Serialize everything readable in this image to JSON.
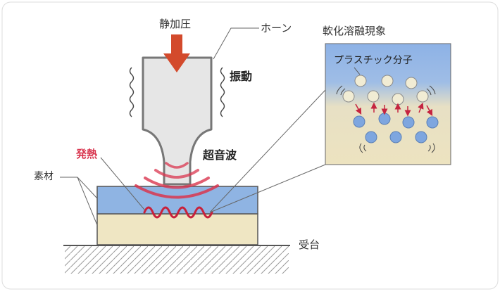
{
  "labels": {
    "static_pressure": "静加圧",
    "horn": "ホーン",
    "vibration": "振動",
    "ultrasonic": "超音波",
    "heat": "発熱",
    "material": "素材",
    "anvil": "受台",
    "softening_title": "軟化溶融現象",
    "plastic_molecule": "プラスチック分子"
  },
  "colors": {
    "arrow_red": "#d34a2c",
    "wave_red": "#d9364f",
    "heat_text": "#d9364f",
    "top_layer_blue": "#8fb4e3",
    "bottom_layer_beige": "#efe6c3",
    "horn_fill": "#e6e6e6",
    "horn_stroke": "#777777",
    "panel_blue": "#8db2e6",
    "panel_beige": "#ede3c0",
    "molecule_upper": "#f1ecd4",
    "molecule_lower": "#7ea6df"
  },
  "icons": {
    "pressure": "down-arrow-icon",
    "vibration": "wavy-line-icon"
  }
}
